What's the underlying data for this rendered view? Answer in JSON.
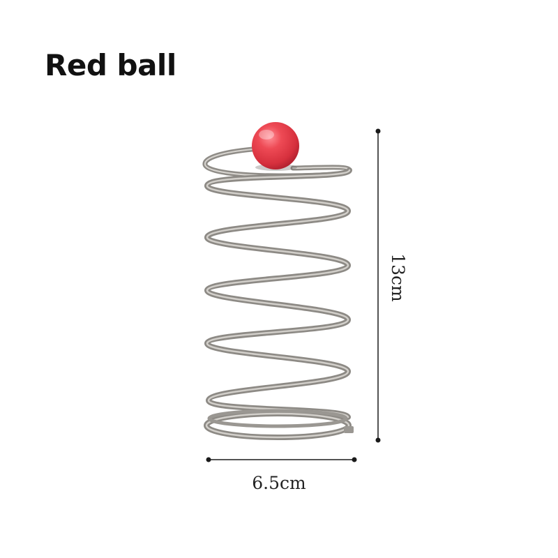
{
  "title": "Red ball",
  "dimensions": {
    "width_label": "6.5cm",
    "height_label": "13cm"
  },
  "colors": {
    "ball": "#e63f4a",
    "spring": "#a3a09b",
    "dimension_line": "#1a1a1a",
    "title": "#111111"
  }
}
